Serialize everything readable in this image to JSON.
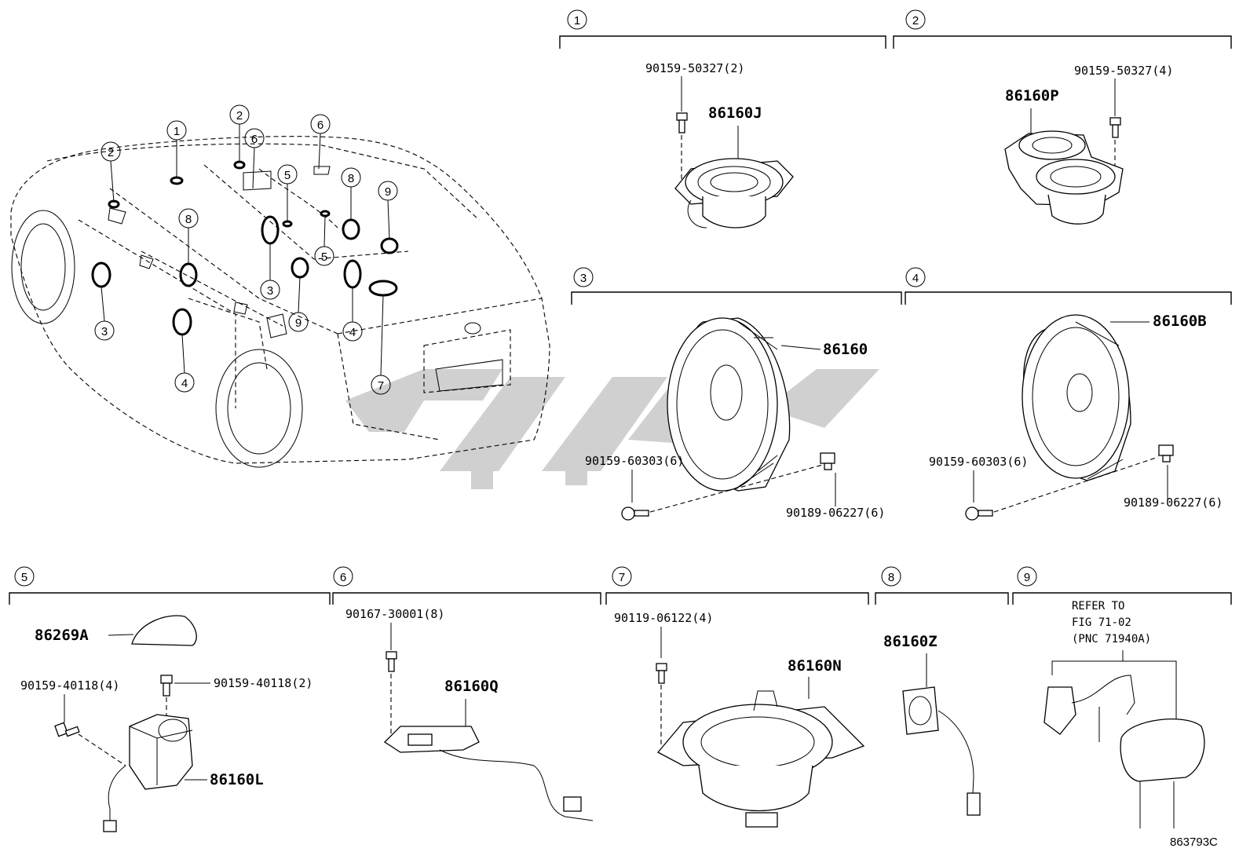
{
  "diagram_code": "863793C",
  "watermark": {
    "color": "#c8c8c8"
  },
  "sections": [
    {
      "num": "1",
      "parts": {
        "screw": "90159-50327(2)",
        "speaker": "86160J"
      }
    },
    {
      "num": "2",
      "parts": {
        "screw": "90159-50327(4)",
        "speaker": "86160P"
      }
    },
    {
      "num": "3",
      "parts": {
        "speaker": "86160",
        "screw": "90159-60303(6)",
        "nut": "90189-06227(6)"
      }
    },
    {
      "num": "4",
      "parts": {
        "speaker": "86160B",
        "screw": "90159-60303(6)",
        "nut": "90189-06227(6)"
      }
    },
    {
      "num": "5",
      "parts": {
        "cover": "86269A",
        "screw_a": "90159-40118(4)",
        "screw_b": "90159-40118(2)",
        "speaker": "86160L"
      }
    },
    {
      "num": "6",
      "parts": {
        "screw": "90167-30001(8)",
        "speaker": "86160Q"
      }
    },
    {
      "num": "7",
      "parts": {
        "screw": "90119-06122(4)",
        "speaker": "86160N"
      }
    },
    {
      "num": "8",
      "parts": {
        "speaker": "86160Z"
      }
    },
    {
      "num": "9",
      "refer": [
        "REFER TO",
        "FIG 71-02",
        "(PNC 71940A)"
      ]
    }
  ],
  "car_callouts": [
    "1",
    "2",
    "2",
    "3",
    "3",
    "4",
    "4",
    "5",
    "5",
    "6",
    "6",
    "7",
    "8",
    "8",
    "9",
    "9"
  ]
}
